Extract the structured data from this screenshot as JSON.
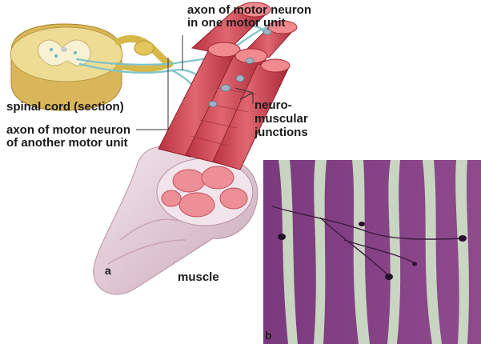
{
  "labels": {
    "axon_one_unit_line1": "axon of motor neuron",
    "axon_one_unit_line2": "in one motor unit",
    "spinal_cord": "spinal cord (section)",
    "axon_other_unit_line1": "axon of motor neuron",
    "axon_other_unit_line2": "of another motor unit",
    "nmj_line1": "neuro-",
    "nmj_line2": "muscular",
    "nmj_line3": "junctions",
    "muscle": "muscle",
    "panel_a": "a",
    "panel_b": "b"
  },
  "colors": {
    "muscle_red": "#d8505e",
    "muscle_highlight": "#f08a8f",
    "fascia": "#e8d4dc",
    "nerve_blue": "#7fc3c9",
    "spinal_grey_matter": "#f1e7b0",
    "spinal_white_matter": "#e4c46a",
    "nerve_yellow": "#d6b84a",
    "micrograph_purple": "#8a3f8a",
    "micrograph_light": "#cfe6c8"
  }
}
